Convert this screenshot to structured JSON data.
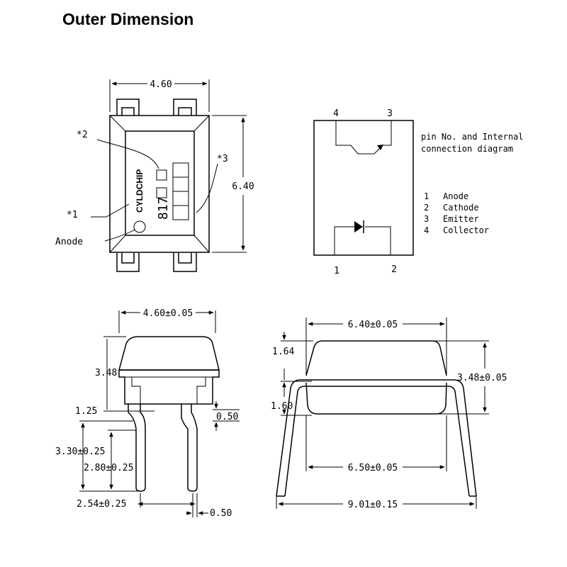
{
  "title": "Outer Dimension",
  "top_view": {
    "width_dim": "4.60",
    "height_dim": "6.40",
    "note_1": "*1",
    "note_2": "*2",
    "note_3": "*3",
    "anode_label": "Anode",
    "brand_mark": "CYLDCHIP",
    "part_number": "817"
  },
  "internal_connection": {
    "caption_line1": "pin No. and Internal",
    "caption_line2": "connection diagram",
    "pin_top_left": "4",
    "pin_top_right": "3",
    "pin_bottom_left": "1",
    "pin_bottom_right": "2",
    "legend": [
      {
        "num": "1",
        "name": "Anode"
      },
      {
        "num": "2",
        "name": "Cathode"
      },
      {
        "num": "3",
        "name": "Emitter"
      },
      {
        "num": "4",
        "name": "Collector"
      }
    ]
  },
  "front_view": {
    "body_width": "4.60±0.05",
    "body_height": "3.48",
    "standoff": "1.25",
    "lead_thickness": "0.50",
    "lead_length_1": "3.30±0.25",
    "lead_length_2": "2.80±0.25",
    "pitch": "2.54±0.25",
    "lead_width": "0.50"
  },
  "side_view": {
    "body_length": "6.40±0.05",
    "top_height": "1.64",
    "lower_height": "1.60",
    "total_height": "3.48±0.05",
    "lead_span": "6.50±0.05",
    "overall_span": "9.01±0.15"
  }
}
